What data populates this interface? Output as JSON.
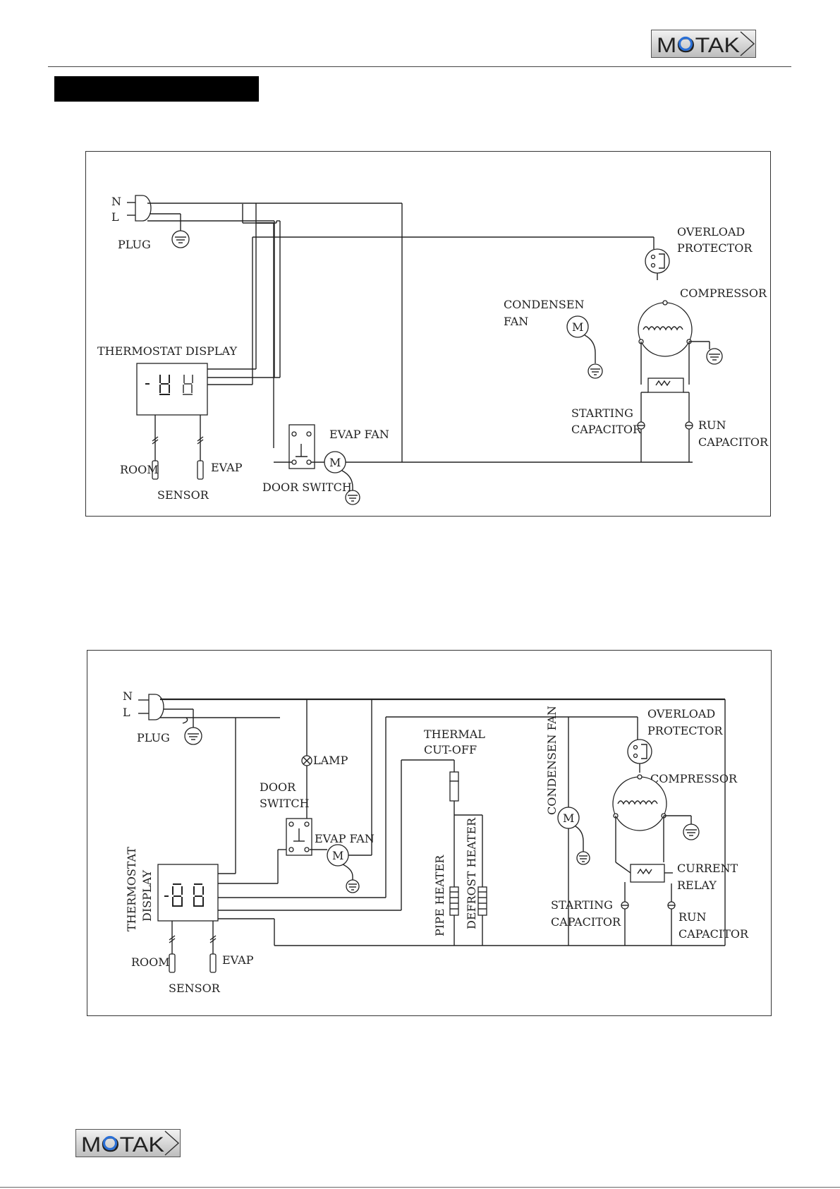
{
  "brand": {
    "name": "MOTAK",
    "accent": "#2a6fd6"
  },
  "diagram1": {
    "labels": {
      "plug": "PLUG",
      "n": "N",
      "l": "L",
      "thermostat_display": "THERMOSTAT DISPLAY",
      "room": "ROOM",
      "evap": "EVAP",
      "sensor": "SENSOR",
      "door_switch": "DOOR SWITCH",
      "evap_fan": "EVAP FAN",
      "condensen": "CONDENSEN",
      "fan": "FAN",
      "overload": "OVERLOAD",
      "protector": "PROTECTOR",
      "compressor": "COMPRESSOR",
      "starting": "STARTING",
      "capacitor": "CAPACITOR",
      "run": "RUN",
      "motor": "M"
    }
  },
  "diagram2": {
    "labels": {
      "plug": "PLUG",
      "n": "N",
      "l": "L",
      "lamp": "LAMP",
      "door": "DOOR",
      "switch": "SWITCH",
      "evap_fan": "EVAP FAN",
      "thermal": "THERMAL",
      "cut_off": "CUT-OFF",
      "thermostat": "THERMOSTAT",
      "display": "DISPLAY",
      "room": "ROOM",
      "evap": "EVAP",
      "sensor": "SENSOR",
      "pipe_heater": "PIPE HEATER",
      "defrost_heater": "DEFROST HEATER",
      "condensen_fan": "CONDENSEN FAN",
      "overload": "OVERLOAD",
      "protector": "PROTECTOR",
      "compressor": "COMPRESSOR",
      "current": "CURRENT",
      "relay": "RELAY",
      "starting": "STARTING",
      "capacitor": "CAPACITOR",
      "run": "RUN",
      "motor": "M"
    }
  }
}
